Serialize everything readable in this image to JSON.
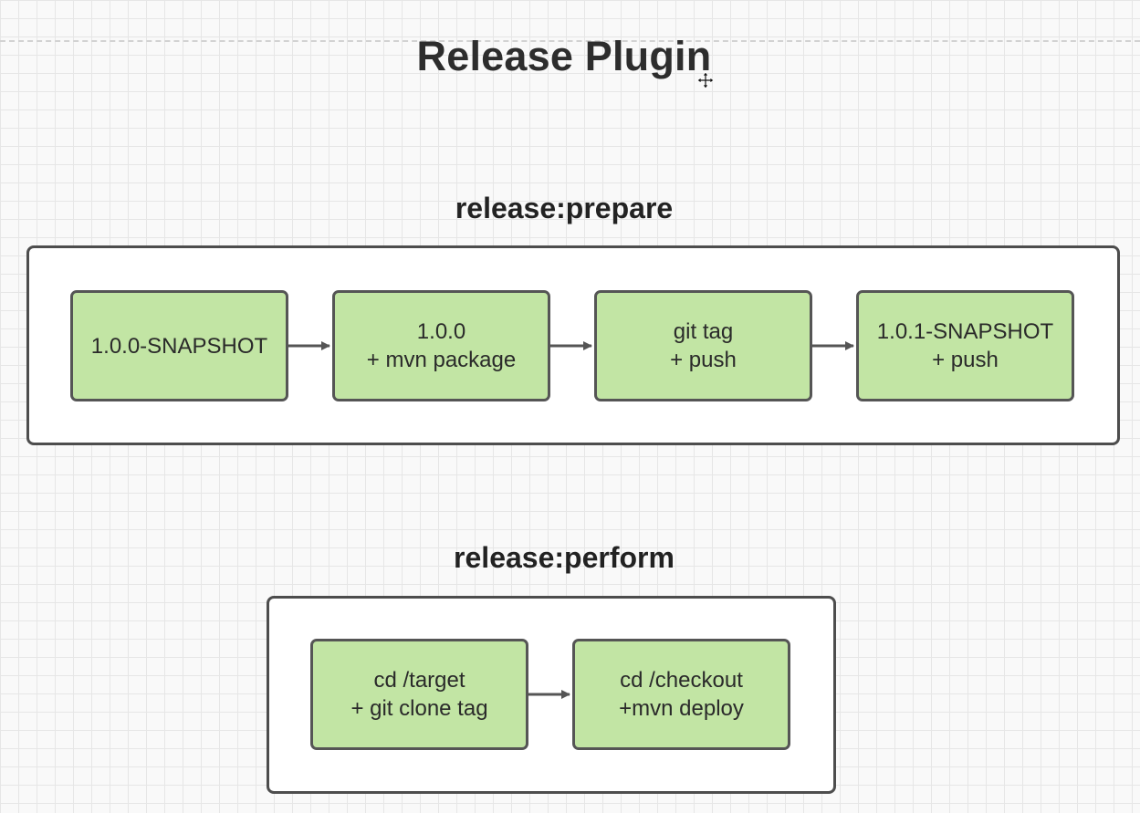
{
  "title": "Release Plugin",
  "prepare": {
    "title": "release:prepare",
    "steps": [
      {
        "line1": "1.0.0-SNAPSHOT",
        "line2": ""
      },
      {
        "line1": "1.0.0",
        "line2": "+ mvn package"
      },
      {
        "line1": "git tag",
        "line2": "+ push"
      },
      {
        "line1": "1.0.1-SNAPSHOT",
        "line2": "+ push"
      }
    ]
  },
  "perform": {
    "title": "release:perform",
    "steps": [
      {
        "line1": "cd /target",
        "line2": "+ git clone tag"
      },
      {
        "line1": "cd /checkout",
        "line2": "+mvn deploy"
      }
    ]
  },
  "colors": {
    "node_fill": "#c2e5a4",
    "border": "#4d4d4d",
    "arrow": "#555555"
  },
  "icons": {
    "cursor": "move-cursor-icon",
    "arrow": "arrow-right-icon"
  }
}
